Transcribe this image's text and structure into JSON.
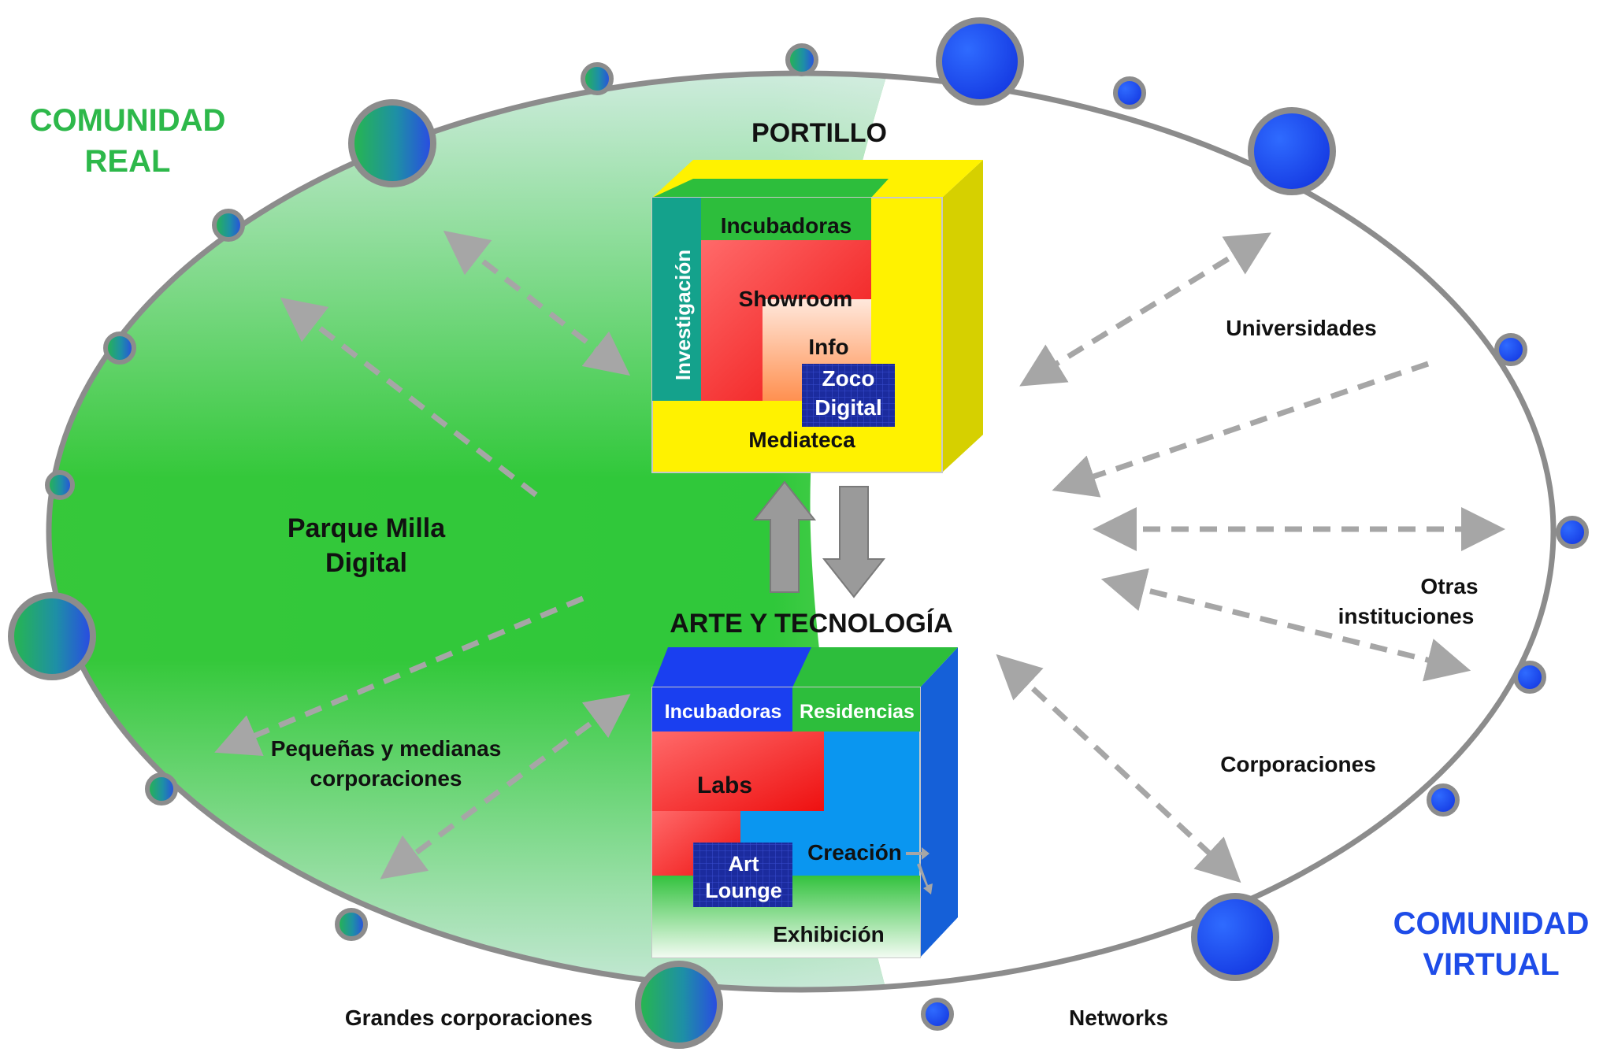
{
  "diagram": {
    "real_community": {
      "line1": "COMUNIDAD",
      "line2": "REAL",
      "color": "#2DB84A"
    },
    "virtual_community": {
      "line1": "COMUNIDAD",
      "line2": "VIRTUAL",
      "color": "#1E4CE8"
    },
    "portillo": {
      "title": "PORTILLO",
      "incubadoras": "Incubadoras",
      "investigacion": "Investigación",
      "showroom": "Showroom",
      "info": "Info",
      "zoco_line1": "Zoco",
      "zoco_line2": "Digital",
      "mediateca": "Mediateca"
    },
    "arte": {
      "title": "ARTE Y TECNOLOGÍA",
      "incubadoras": "Incubadoras",
      "residencias": "Residencias",
      "labs": "Labs",
      "creacion": "Creación",
      "art_line1": "Art",
      "art_line2": "Lounge",
      "exhibicion": "Exhibición"
    },
    "parque": {
      "line1": "Parque Milla",
      "line2": "Digital"
    },
    "pymes": {
      "line1": "Pequeñas y medianas",
      "line2": "corporaciones"
    },
    "grandes": "Grandes corporaciones",
    "universidades": "Universidades",
    "otras": {
      "line1": "Otras",
      "line2": "instituciones"
    },
    "corporaciones": "Corporaciones",
    "networks": "Networks",
    "colors": {
      "green": "#2DC83C",
      "blue": "#1A3FF0",
      "yellow": "#FFF200",
      "red": "#F01C1C",
      "sky": "#0A96F0",
      "arrow": "#A6A6A6"
    }
  }
}
